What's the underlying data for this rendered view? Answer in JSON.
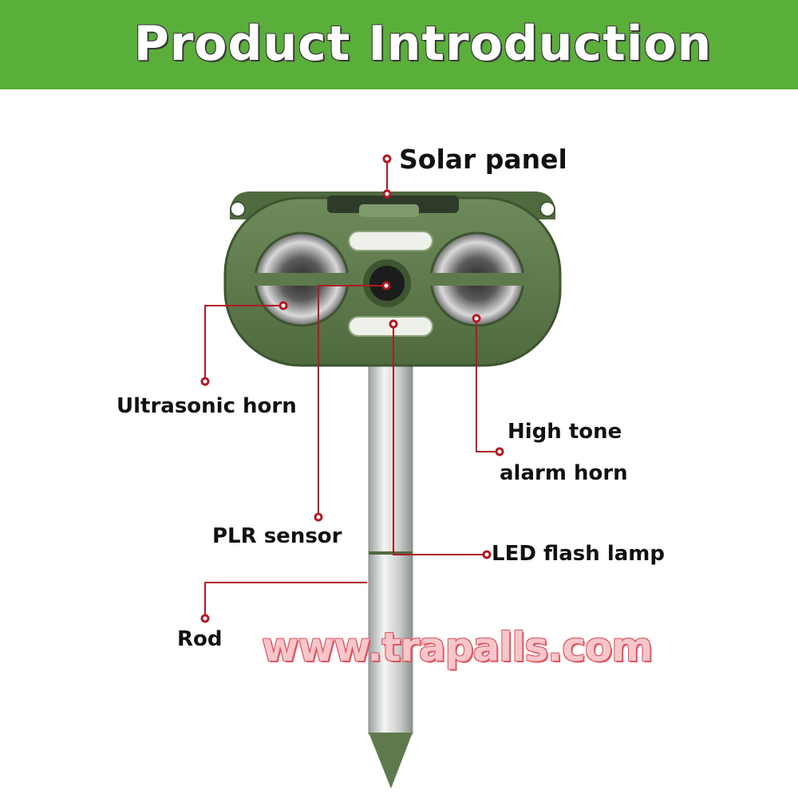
{
  "header": {
    "title": "Product Introduction",
    "background": "#5aae3a"
  },
  "labels": {
    "solar_panel": "Solar panel",
    "ultrasonic_horn": "Ultrasonic horn",
    "high_tone_line1": "High tone",
    "high_tone_line2": "alarm horn",
    "plr_sensor": "PLR sensor",
    "led_flash_lamp": "LED flash lamp",
    "rod": "Rod"
  },
  "watermark": "www.trapalls.com",
  "colors": {
    "callout_line": "#b01a24",
    "device_body": "#5e7a4c",
    "rod": "#d8dbda"
  }
}
